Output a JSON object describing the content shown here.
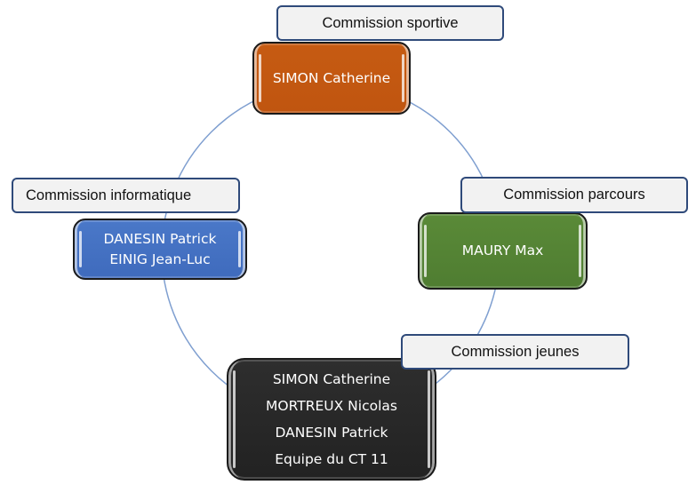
{
  "diagram": {
    "colors": {
      "ring": "#7f9fd0",
      "callout_fill": "#f2f2f2",
      "callout_border": "#2f4a7a",
      "sportive": "#c55a11",
      "informatique": "#4472c4",
      "parcours": "#548235",
      "jeunes": "#262626"
    },
    "commissions": [
      {
        "id": "sportive",
        "label": "Commission sportive",
        "members": [
          "SIMON Catherine"
        ]
      },
      {
        "id": "parcours",
        "label": "Commission parcours",
        "members": [
          "MAURY Max"
        ]
      },
      {
        "id": "jeunes",
        "label": "Commission jeunes",
        "members": [
          "SIMON Catherine",
          "MORTREUX Nicolas",
          "DANESIN Patrick",
          "Equipe du CT 11"
        ]
      },
      {
        "id": "informatique",
        "label": "Commission informatique",
        "members": [
          "DANESIN Patrick",
          "EINIG Jean-Luc"
        ]
      }
    ]
  }
}
